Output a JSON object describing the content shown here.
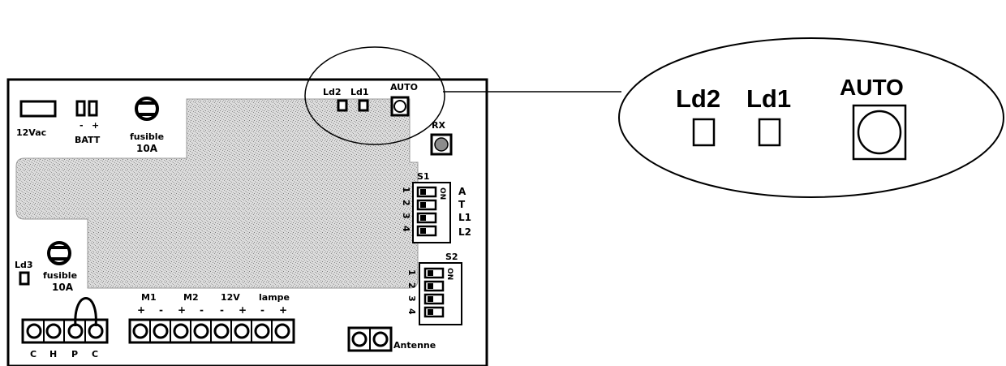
{
  "board": {
    "transformer_label": "12Vac",
    "batt_label": "BATT",
    "batt_minus": "-",
    "batt_plus": "+",
    "fuse_top_label": "fusible",
    "fuse_top_value": "10A",
    "fuse_bottom_label": "fusible",
    "fuse_bottom_value": "10A",
    "ld1": "Ld1",
    "ld2": "Ld2",
    "ld3": "Ld3",
    "auto": "AUTO",
    "rx": "RX",
    "s1": {
      "title": "S1",
      "on": "ON",
      "numbers": [
        "1",
        "2",
        "3",
        "4"
      ],
      "functions": [
        "A",
        "T",
        "L1",
        "L2"
      ]
    },
    "s2": {
      "title": "S2",
      "on": "ON",
      "numbers": [
        "1",
        "2",
        "3",
        "4"
      ]
    },
    "left_terminals": [
      "C",
      "H",
      "P",
      "C"
    ],
    "output_groups": [
      {
        "name": "M1",
        "signs": [
          "+",
          "-"
        ]
      },
      {
        "name": "M2",
        "signs": [
          "+",
          "-"
        ]
      },
      {
        "name": "12V",
        "signs": [
          "-",
          "+"
        ]
      },
      {
        "name": "lampe",
        "signs": [
          "-",
          "+"
        ]
      }
    ],
    "antenna_label": "Antenne"
  },
  "zoom": {
    "ld2": "Ld2",
    "ld1": "Ld1",
    "auto": "AUTO"
  }
}
